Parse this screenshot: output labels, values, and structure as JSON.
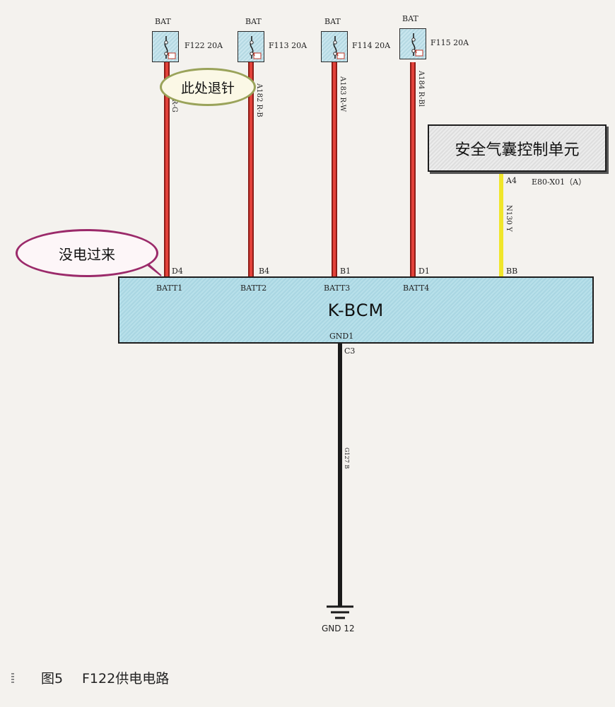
{
  "fuses": [
    {
      "supply": "BAT",
      "label": "F122 20A",
      "mark": "1"
    },
    {
      "supply": "BAT",
      "label": "F113 20A",
      "mark": "1"
    },
    {
      "supply": "BAT",
      "label": "F114 20A",
      "mark": "1"
    },
    {
      "supply": "BAT",
      "label": "F115 20A",
      "mark": "1"
    }
  ],
  "wires": [
    {
      "code": "R-G",
      "pin": "D4",
      "terminal": "BATT1"
    },
    {
      "code": "A182 R-B",
      "pin": "B4",
      "terminal": "BATT2"
    },
    {
      "code": "A183 R-W",
      "pin": "B1",
      "terminal": "BATT3"
    },
    {
      "code": "A184 R-Bl",
      "pin": "D1",
      "terminal": "BATT4"
    }
  ],
  "airbag_unit": {
    "title": "安全气囊控制单元",
    "pin": "A4",
    "connector": "E80-X01（A）",
    "wire_code": "N130 Y",
    "bcm_pin": "BB"
  },
  "bcm": {
    "name": "K-BCM",
    "ground_terminal": "GND1",
    "ground_pin": "C3"
  },
  "ground": {
    "wire_code": "G127 B",
    "label": "GND 12"
  },
  "callouts": {
    "pin_removed": "此处退针",
    "no_power": "没电过来"
  },
  "caption": {
    "figure": "图5",
    "title": "F122供电电路"
  },
  "colors": {
    "wire_red": "#d7322b",
    "wire_yellow": "#f0e62a",
    "wire_black": "#1a1a1a",
    "bcm_fill": "#b8e0ea"
  }
}
